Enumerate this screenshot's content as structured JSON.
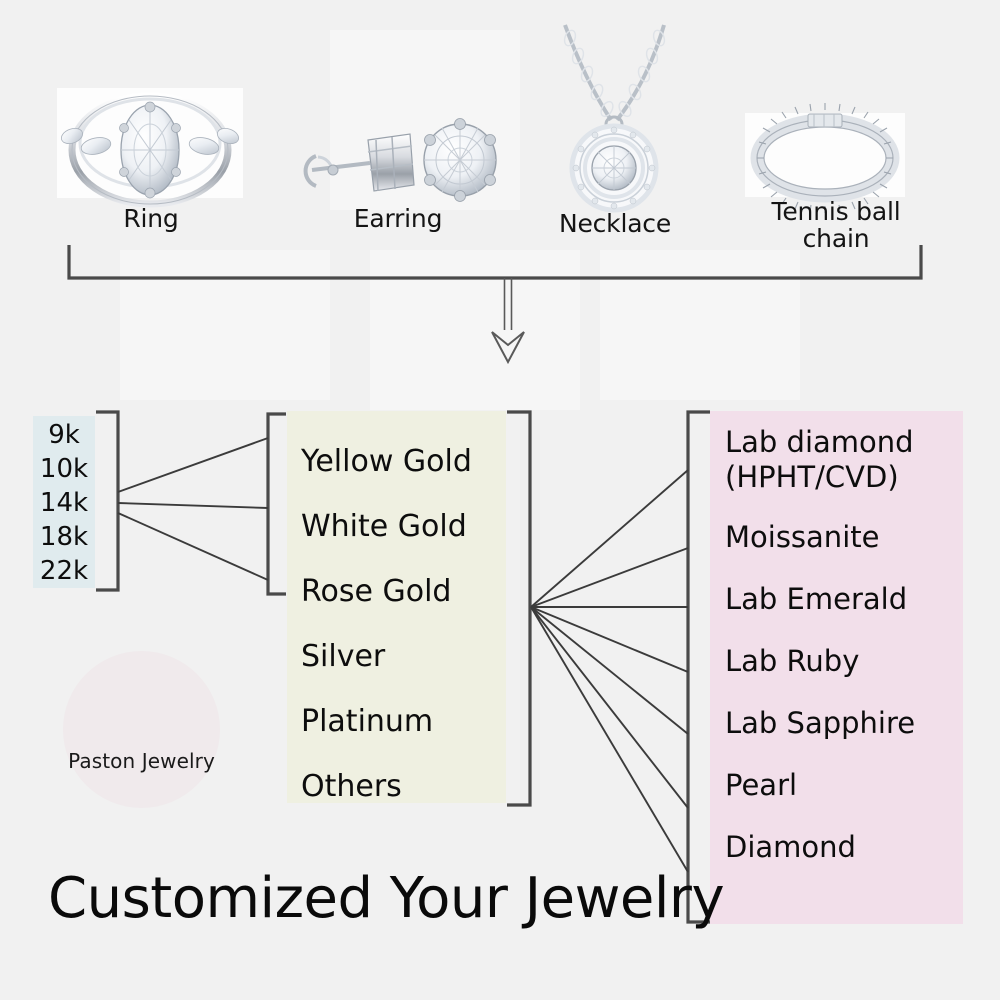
{
  "page": {
    "headline": "Customized Your Jewelry",
    "background_color": "#f1f1f1"
  },
  "brand": {
    "name": "Paston Jewelry",
    "logo_icon": "diamond-pj-monogram-icon",
    "badge_color": "#f0eaec"
  },
  "products": {
    "section_name": "jewelry-types",
    "items": [
      {
        "label": "Ring",
        "icon": "ring-photo"
      },
      {
        "label": "Earring",
        "icon": "earring-photo"
      },
      {
        "label": "Necklace",
        "icon": "necklace-photo"
      },
      {
        "label": "Tennis ball\nchain",
        "icon": "tennis-bracelet-photo"
      }
    ]
  },
  "karat": {
    "section_name": "gold-karat-options",
    "background_color": "#e0ebee",
    "items": [
      "9k",
      "10k",
      "14k",
      "18k",
      "22k"
    ]
  },
  "metals": {
    "section_name": "metal-options",
    "background_color": "#eff0e1",
    "items": [
      "Yellow Gold",
      "White Gold",
      "Rose Gold",
      "Silver",
      "Platinum",
      "Others"
    ]
  },
  "gemstones": {
    "section_name": "gemstone-options",
    "background_color": "#f2dfea",
    "items": [
      "Lab diamond\n(HPHT/CVD)",
      "Moissanite",
      "Lab Emerald",
      "Lab Ruby",
      "Lab Sapphire",
      "Pearl",
      "Diamond"
    ]
  },
  "connectors": {
    "flow_arrow_icon": "down-arrow-icon",
    "top_bracket_icon": "group-bracket-icon",
    "karat_to_metal_lines": 3,
    "metal_to_gem_lines": 7,
    "line_color": "#4a4a4a"
  },
  "chart_data": {
    "type": "diagram",
    "title": "Customized Your Jewelry",
    "nodes": {
      "jewelry_types": [
        "Ring",
        "Earring",
        "Necklace",
        "Tennis ball chain"
      ],
      "karats": [
        "9k",
        "10k",
        "14k",
        "18k",
        "22k"
      ],
      "metals": [
        "Yellow Gold",
        "White Gold",
        "Rose Gold",
        "Silver",
        "Platinum",
        "Others"
      ],
      "gemstones": [
        "Lab diamond (HPHT/CVD)",
        "Moissanite",
        "Lab Emerald",
        "Lab Ruby",
        "Lab Sapphire",
        "Pearl",
        "Diamond"
      ]
    },
    "edges": [
      {
        "from": "jewelry_types",
        "to": "metals",
        "style": "arrow"
      },
      {
        "from": "karats",
        "to": "metals",
        "style": "fan",
        "count": 3
      },
      {
        "from": "metals",
        "to": "gemstones",
        "style": "fan",
        "count": 7
      }
    ]
  }
}
